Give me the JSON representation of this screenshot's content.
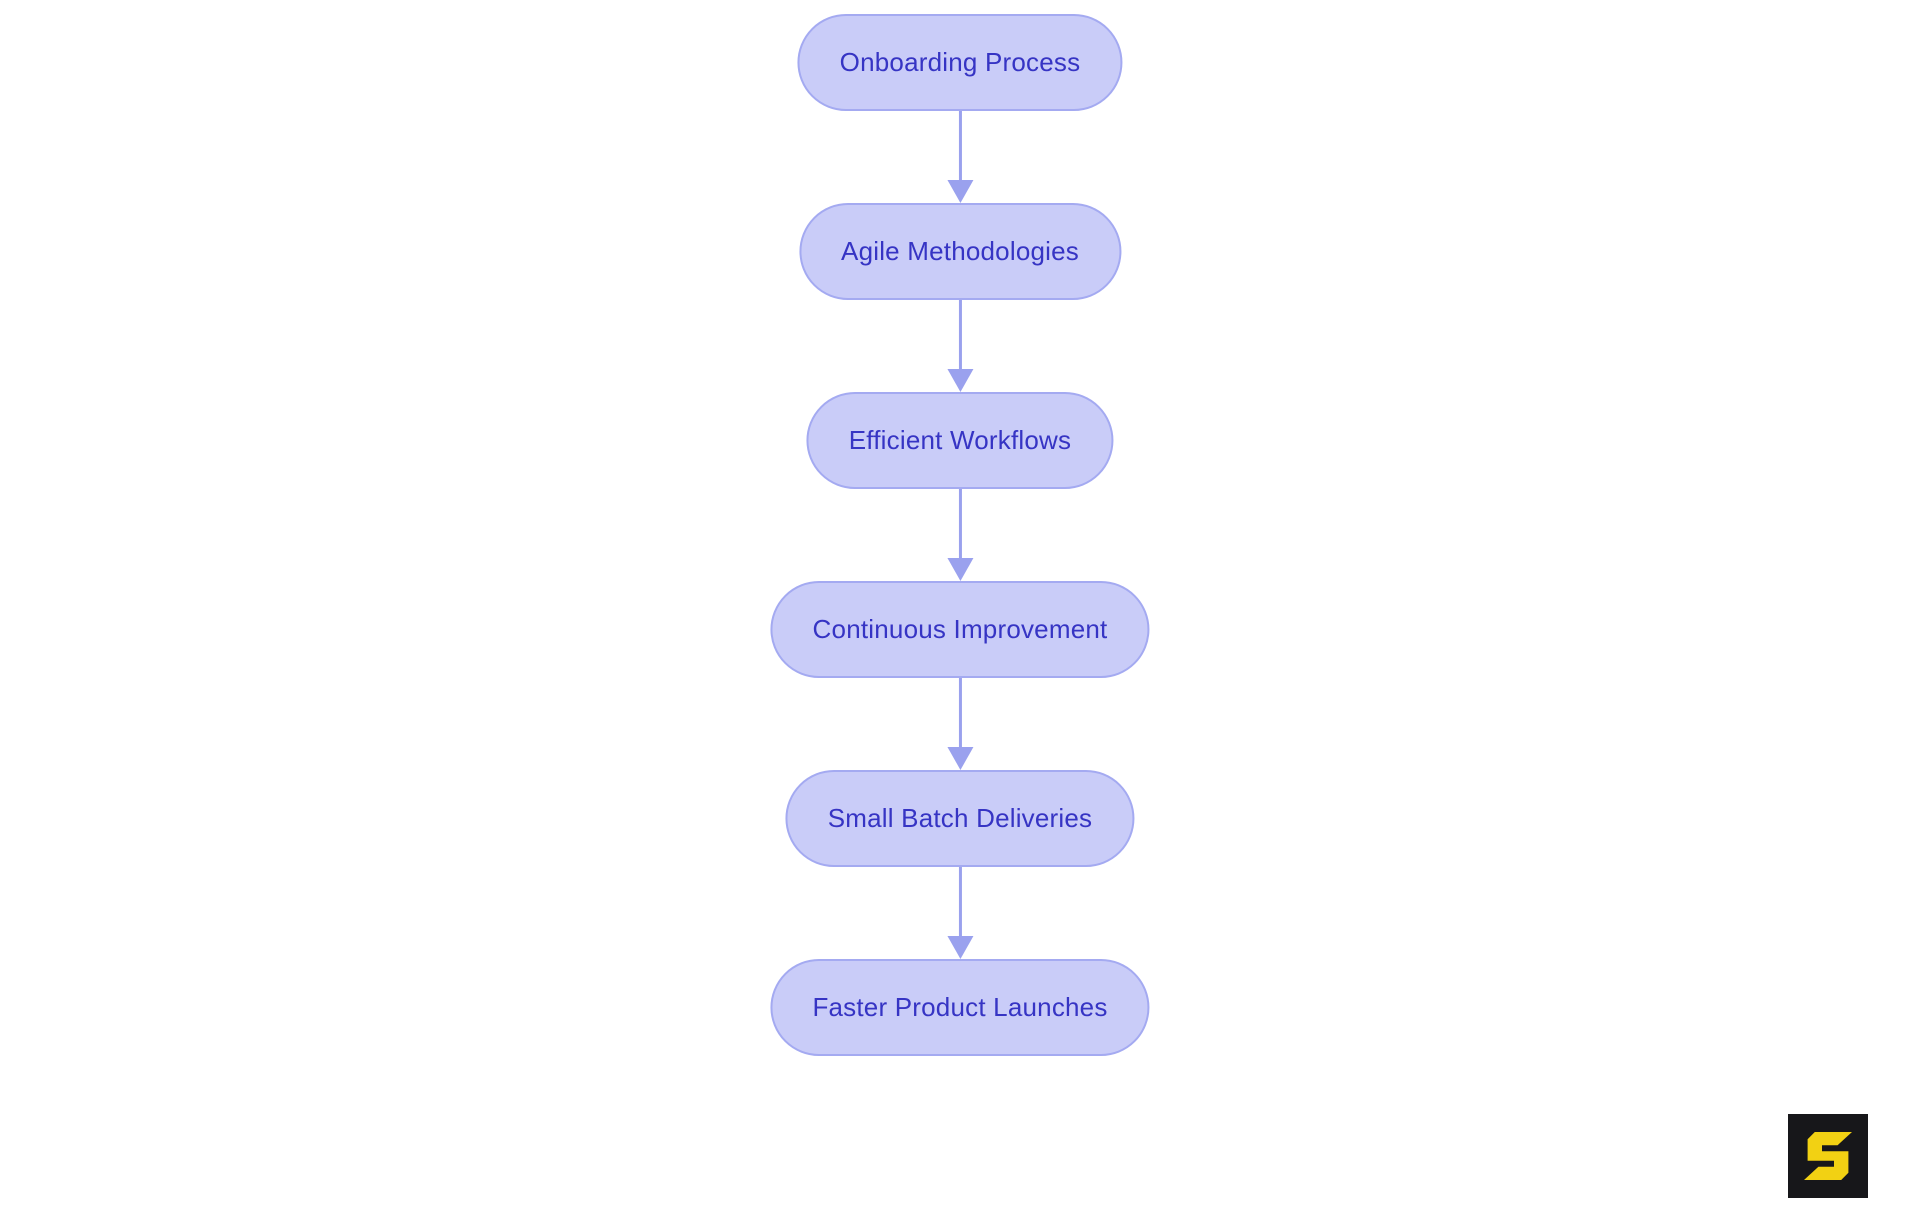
{
  "diagram": {
    "type": "flowchart",
    "direction": "top-down",
    "nodes": [
      {
        "label": "Onboarding Process"
      },
      {
        "label": "Agile Methodologies"
      },
      {
        "label": "Efficient Workflows"
      },
      {
        "label": "Continuous Improvement"
      },
      {
        "label": "Small Batch Deliveries"
      },
      {
        "label": "Faster Product Launches"
      }
    ],
    "edges": [
      {
        "from": 0,
        "to": 1
      },
      {
        "from": 1,
        "to": 2
      },
      {
        "from": 2,
        "to": 3
      },
      {
        "from": 3,
        "to": 4
      },
      {
        "from": 4,
        "to": 5
      }
    ],
    "colors": {
      "page_bg": "#ffffff",
      "node_fill": "#c9ccf8",
      "node_border": "#a4aaf1",
      "node_text": "#3634c4",
      "arrow": "#9aa1ee"
    }
  },
  "logo": {
    "glyph": "angular-s",
    "background": "#17171a",
    "glyph_color": "#f2d113"
  }
}
